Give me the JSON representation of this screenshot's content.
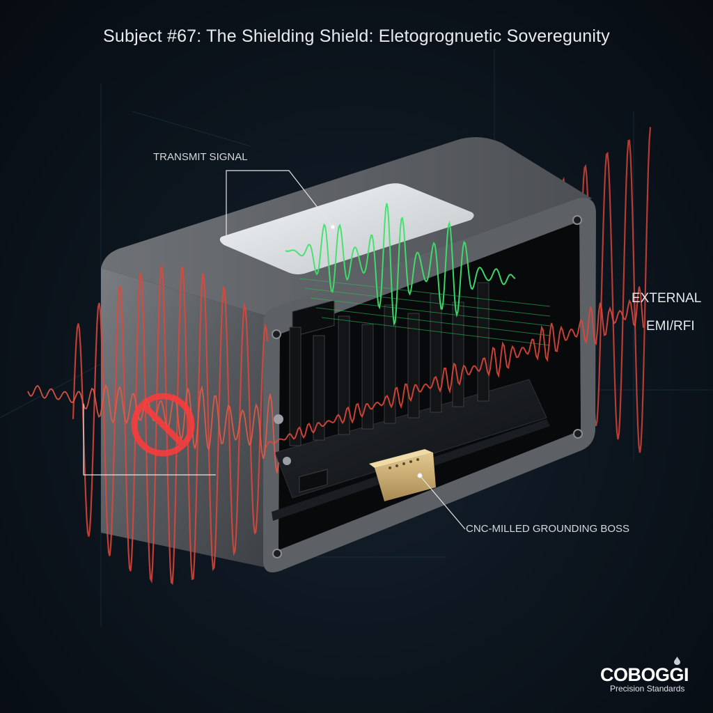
{
  "title": "Subject #67: The Shielding Shield: Eletogrognuetic Soveregunity",
  "labels": {
    "transmit": "TRANSMIT SIGNAL",
    "external_line1": "EXTERNAL",
    "external_line2": "EMI/RFI",
    "grounding": "CNC-MILLED GROUNDING BOSS"
  },
  "brand": {
    "name": "COBOGGI",
    "tagline": "Precision Standards"
  },
  "icons": {
    "blocked": "no-entry-icon",
    "logo_mark": "water-drop-icon"
  },
  "colors": {
    "background": "#0a1119",
    "enclosure": "#6b6e72",
    "external_wave": "#e0473a",
    "transmit_wave": "#3fe26a",
    "pcb": "#16191c",
    "gold_connector": "#c9ad73"
  }
}
